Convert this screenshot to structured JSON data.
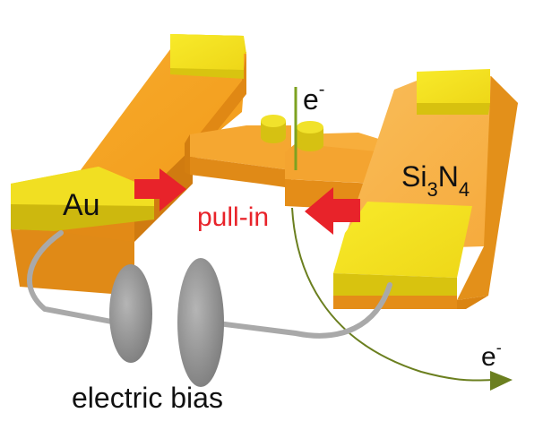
{
  "labels": {
    "gold": "Au",
    "nitride_main": "Si",
    "nitride_sub1": "3",
    "nitride_mid": "N",
    "nitride_sub2": "4",
    "electron_top": "e",
    "electron_top_sup": "-",
    "electron_bottom": "e",
    "electron_bottom_sup": "-",
    "pull_in": "pull-in",
    "bias": "electric bias"
  },
  "colors": {
    "gold_top": "#f2e21a",
    "gold_side": "#d8c410",
    "beam_top": "#f6a521",
    "beam_side": "#e48d16",
    "beam_light": "#f8b548",
    "arrow": "#e8232a",
    "electron_path": "#6b7f1f",
    "wire": "#a8a8a8",
    "plate": "#8a8a8a",
    "text": "#111111"
  }
}
